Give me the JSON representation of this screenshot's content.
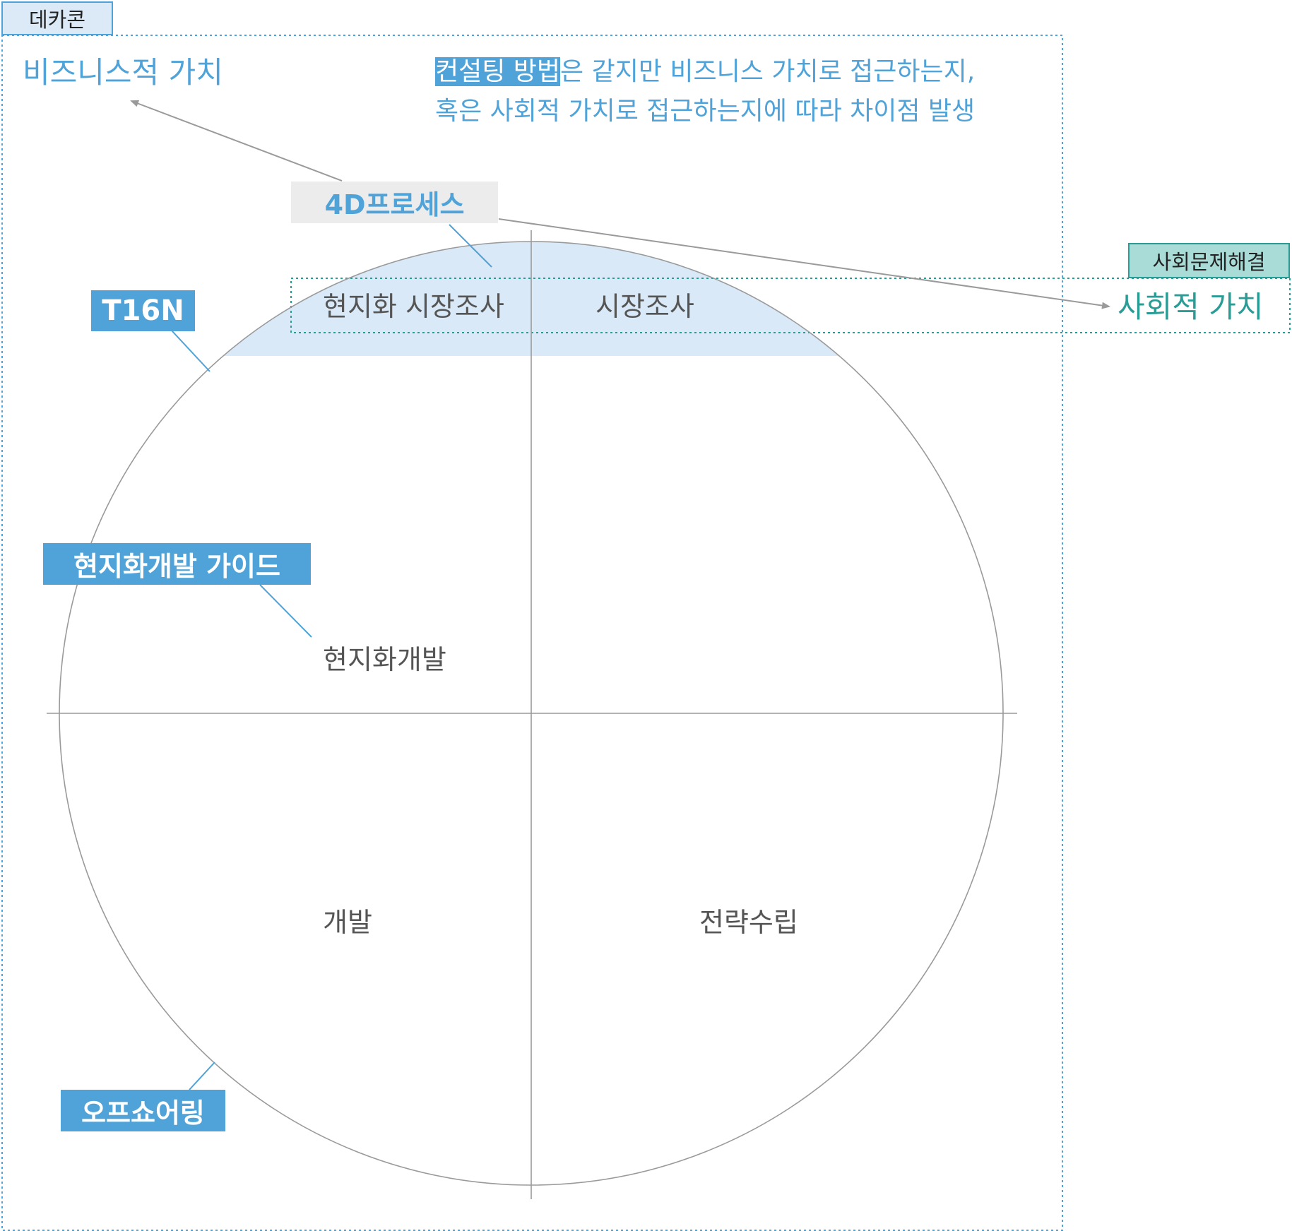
{
  "labels": {
    "dekacon": "데카콘",
    "social_solution": "사회문제해결",
    "business_value": "비즈니스적 가치",
    "social_value": "사회적 가치",
    "note_highlight": "컨설팅 방법",
    "note_line1_rest": "은 같지만 비즈니스 가치로 접근하는지,",
    "note_line2": "혹은 사회적 가치로 접근하는지에 따라 차이점 발생",
    "process_4d": "4D프로세스",
    "t16n": "T16N",
    "localization_guide": "현지화개발 가이드",
    "offshoring": "오프쇼어링"
  },
  "quadrants": {
    "localization_market_research": "현지화 시장조사",
    "market_research": "시장조사",
    "localization_development": "현지화개발",
    "development": "개발",
    "strategy": "전략수립"
  },
  "colors": {
    "accent_blue": "#4fa3d8",
    "teal": "#2a9c96",
    "teal_tag_bg": "#a9dcd6",
    "light_blue_fill": "#d9e9f7",
    "tag_light_bg": "#dbeaf6",
    "gray_tag_bg": "#ececec",
    "line_gray": "#9a9a9a",
    "text_gray": "#555555"
  }
}
